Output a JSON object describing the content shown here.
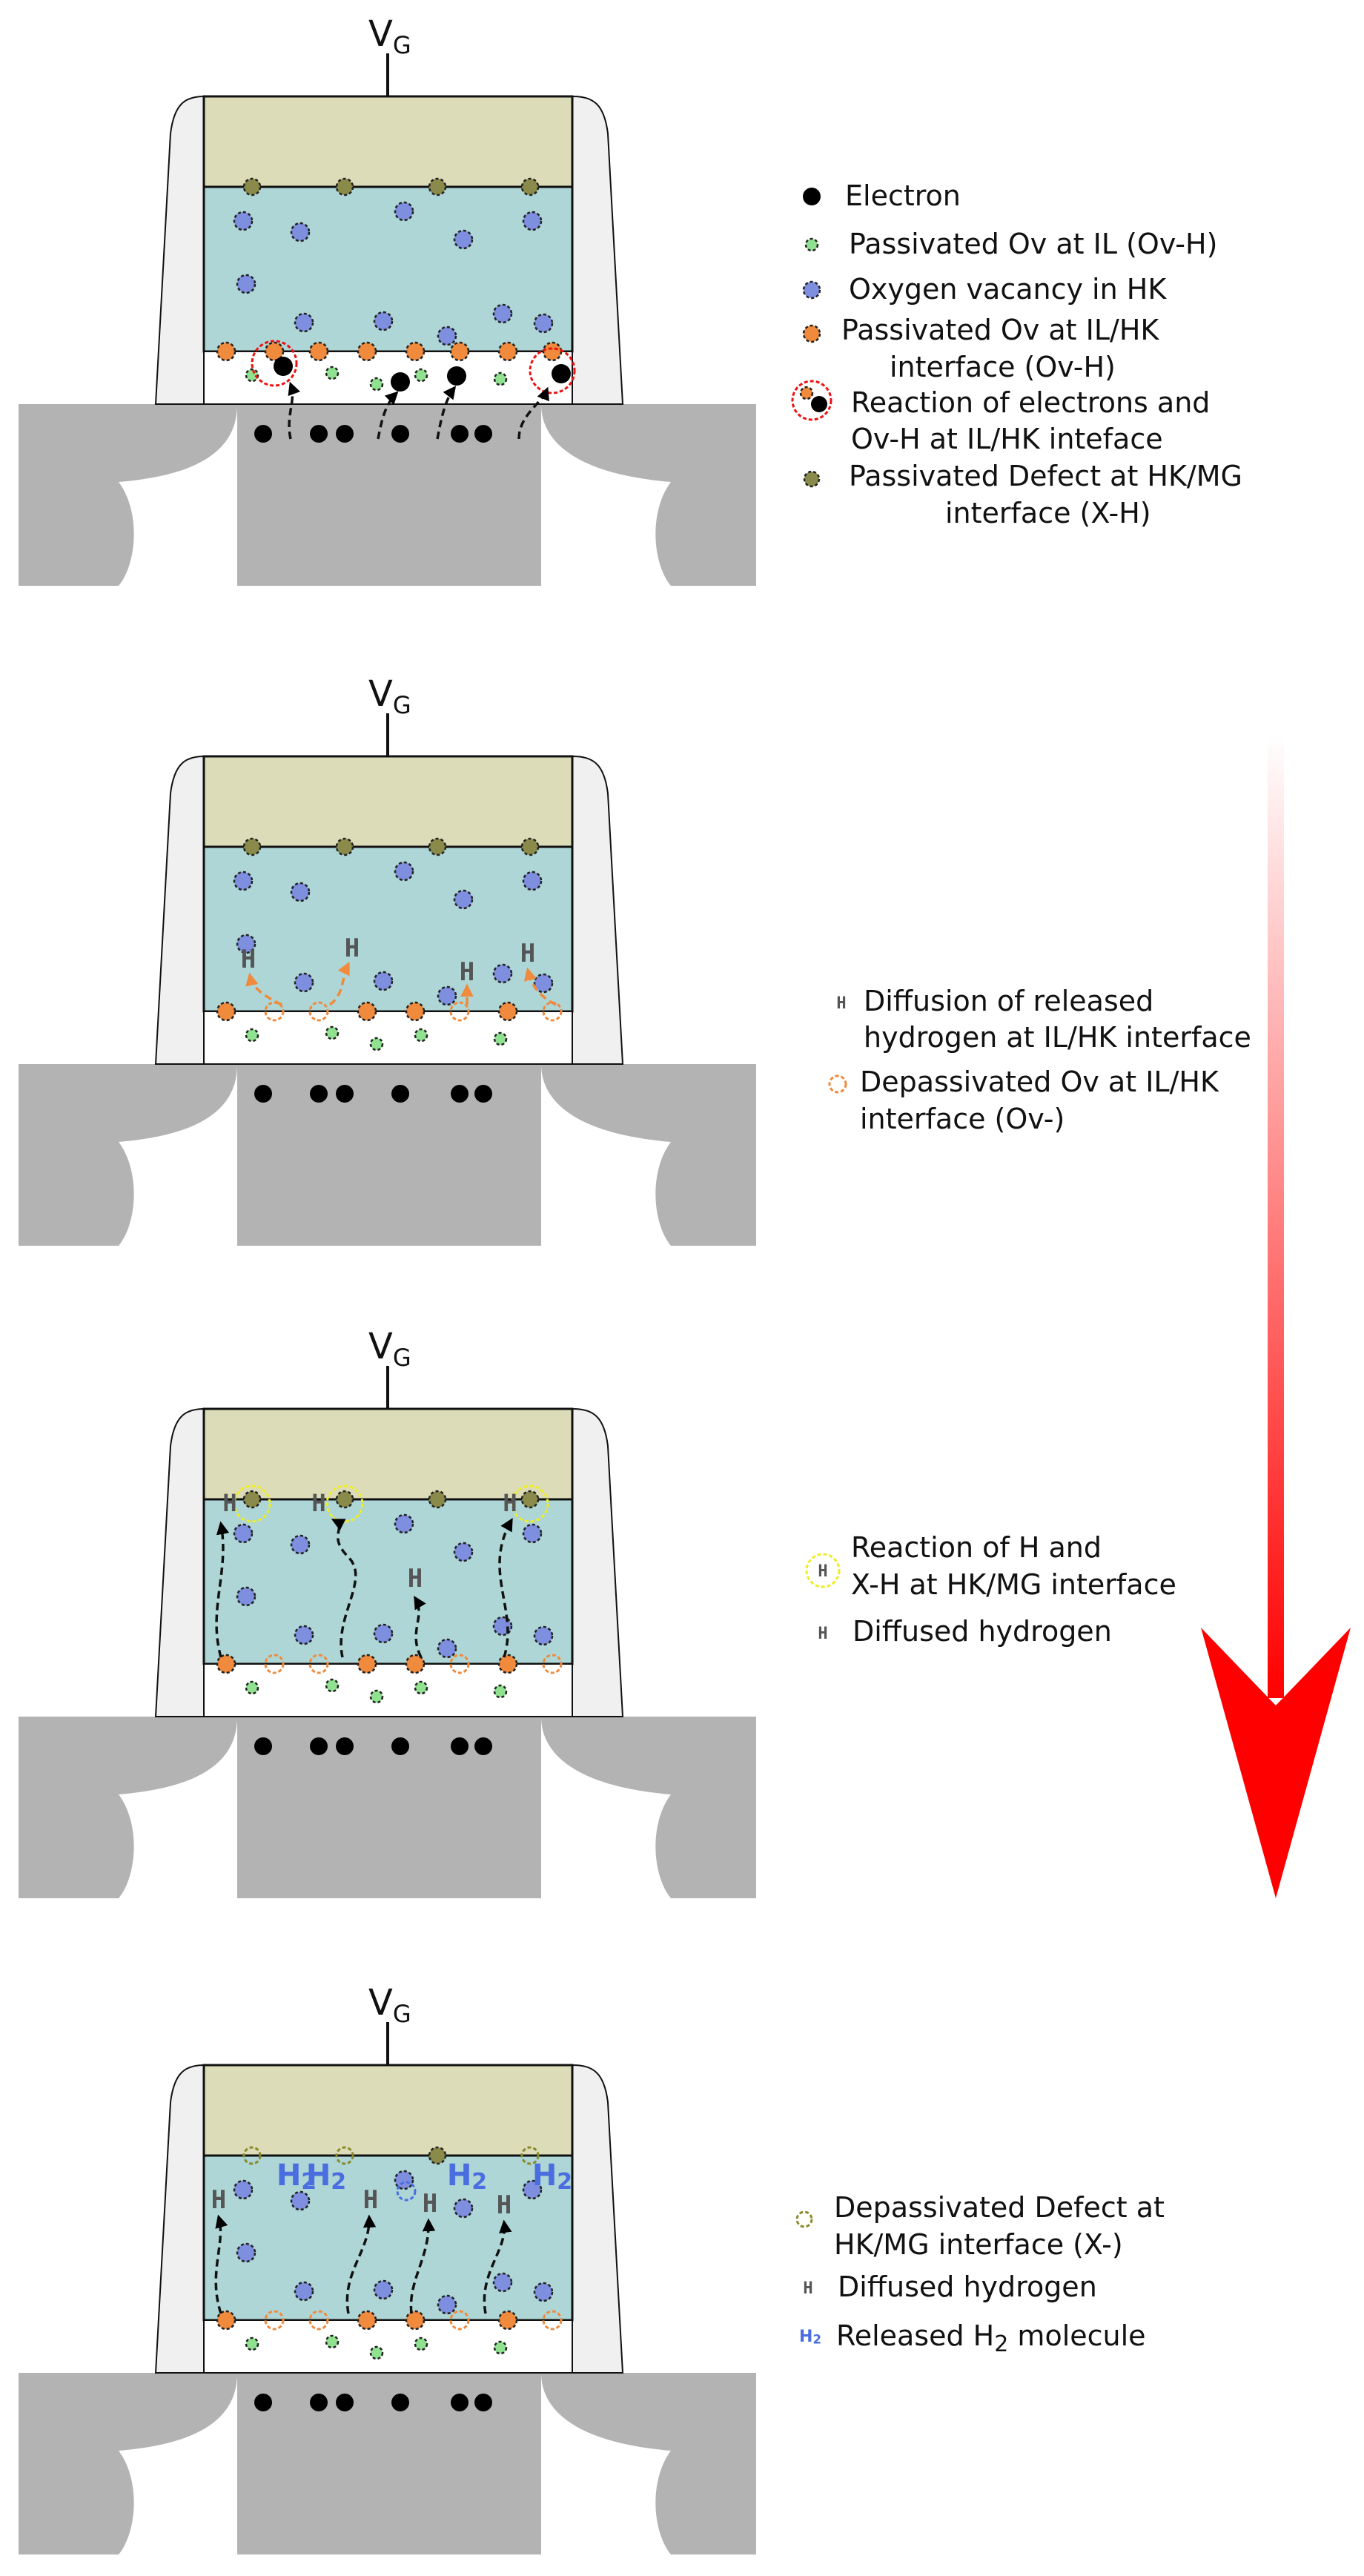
{
  "gate_label": "V",
  "gate_subscript": "G",
  "h_glyph": "H",
  "h2_glyph": "H",
  "h2_glyph_sub": "2",
  "legend": {
    "p1": [
      "Electron",
      "Passivated Ov at IL (Ov-H)",
      "Oxygen vacancy in HK",
      "Passivated Ov at IL/HK",
      "interface (Ov-H)",
      "Reaction of electrons and",
      "Ov-H at IL/HK inteface",
      "Passivated Defect at HK/MG",
      "interface (X-H)"
    ],
    "p2": [
      "Diffusion of released",
      "hydrogen at IL/HK interface",
      "Depassivated Ov at IL/HK",
      "interface (Ov-)"
    ],
    "p3": [
      "Reaction of H and",
      "X-H at HK/MG interface",
      "Diffused hydrogen"
    ],
    "p4": [
      "Depassivated Defect at",
      "HK/MG interface (X-)",
      "Diffused hydrogen",
      "Released H",
      "2",
      " molecule"
    ]
  },
  "colors": {
    "metal_gate": "#dcdcb9",
    "high_k": "#aed6d6",
    "interlayer": "#ffffff",
    "spacer": "#f0f0f0",
    "substrate": "#b3b3b3",
    "electron": "#000000",
    "ov_il": "#90e290",
    "ov_hk": "#7e8fe0",
    "ov_ilhk": "#f08a3c",
    "xh_defect": "#8a8a4a",
    "reaction_ring": "#ee1111",
    "hmg_ring": "#eeee22",
    "h2": "#4a6ee0",
    "arrow": "#ff0000"
  },
  "icons": [
    "electron-icon",
    "ov-il-icon",
    "ov-hk-icon",
    "ov-ilhk-icon",
    "reaction-icon",
    "xh-defect-icon",
    "hydrogen-icon",
    "depassivated-ov-icon",
    "h-mg-reaction-icon",
    "depassivated-defect-icon",
    "h2-molecule-icon",
    "time-arrow-icon"
  ]
}
